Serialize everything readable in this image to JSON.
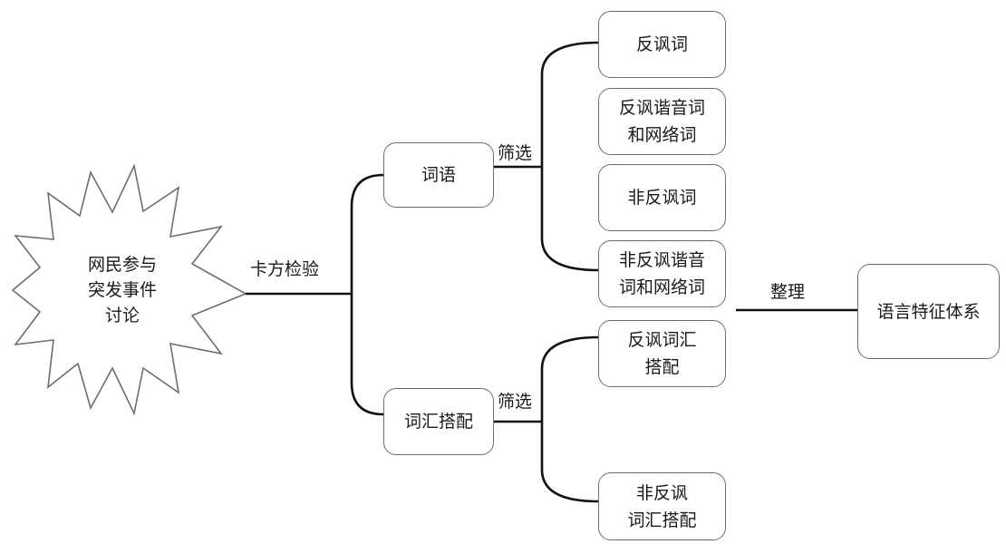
{
  "source": {
    "label": "网民参与\n突发事件\n讨论"
  },
  "edges": {
    "chi_square": "卡方检验",
    "filter_words": "筛选",
    "filter_collocations": "筛选",
    "organize": "整理"
  },
  "categories": {
    "words": "词语",
    "collocations": "词汇搭配"
  },
  "word_types": [
    "反讽词",
    "反讽谐音词\n和网络词",
    "非反讽词",
    "非反讽谐音\n词和网络词"
  ],
  "collocation_types": [
    "反讽词汇\n搭配",
    "非反讽\n词汇搭配"
  ],
  "result": {
    "label": "语言特征体系"
  }
}
